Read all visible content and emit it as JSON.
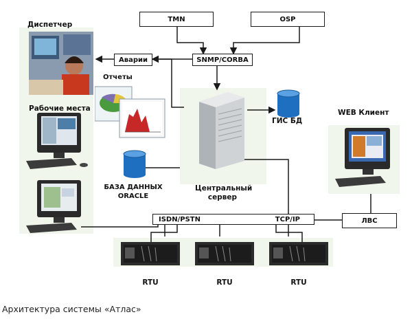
{
  "nodes": {
    "tmn": "TMN",
    "osp": "OSP",
    "snmp": "SNMP/CORBA",
    "alarms": "Аварии",
    "isdn": "ISDN/PSTN",
    "tcpip": "TCP/IP",
    "lan": "ЛВС"
  },
  "labels": {
    "dispatcher": "Диспетчер",
    "reports": "Отчеты",
    "workstations": "Рабочие места",
    "gis_db": "ГИС БД",
    "web_client": "WEB Клиент",
    "oracle_line1": "БАЗА ДАННЫХ",
    "oracle_line2": "ORACLE",
    "server_line1": "Центральный",
    "server_line2": "сервер",
    "rtu": "RTU"
  },
  "caption": "Архитектура системы «Атлас»",
  "colors": {
    "panel": "#f1f6ec",
    "db_blue": "#1f6fc0",
    "rtu_rack": "#2b2b2b",
    "line": "#1a1a1a"
  }
}
